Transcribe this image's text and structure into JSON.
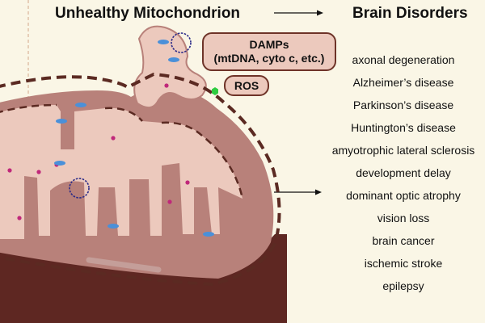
{
  "title_left": "Unhealthy Mitochondrion",
  "title_right": "Brain Disorders",
  "damps": {
    "line1": "DAMPs",
    "line2": "(mtDNA, cyto c, etc.)"
  },
  "ros": "ROS",
  "disorders": [
    "axonal degeneration",
    "Alzheimer’s disease",
    "Parkinson’s disease",
    "Huntington’s disease",
    "amyotrophic lateral sclerosis",
    "development delay",
    "dominant optic atrophy",
    "vision loss",
    "brain cancer",
    "ischemic stroke",
    "epilepsy"
  ],
  "colors": {
    "background": "#faf6e6",
    "membrane_outer": "#b8817a",
    "matrix": "#ecc9bd",
    "dark_base": "#5e2722",
    "dashed_border": "#5b2a22",
    "ros_marker": "#2ecc40",
    "dot_magenta": "#c0287a",
    "oval_blue": "#4a90d9",
    "ring_navy": "#2a2a88"
  }
}
